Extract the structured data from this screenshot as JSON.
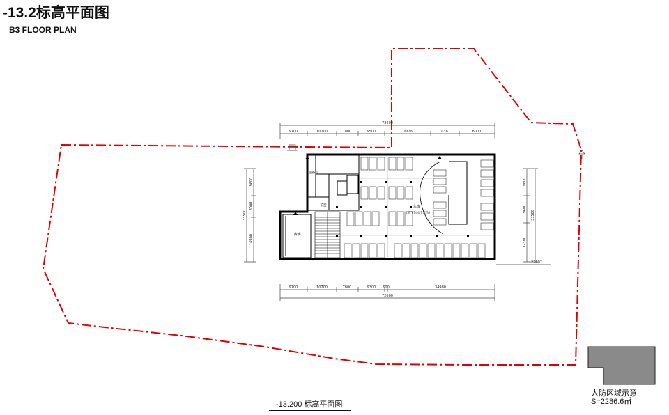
{
  "header": {
    "title_cn": "-13.2标高平面图",
    "title_en": "B3 FLOOR PLAN"
  },
  "drawing": {
    "caption": "-13.200 标高平面图",
    "top_total": "72600",
    "top_segments": [
      "9700",
      "10700",
      "7800",
      "9500",
      "16699",
      "10381",
      "8000"
    ],
    "bottom_total": "72600",
    "bottom_segments": [
      "9700",
      "10700",
      "7800",
      "9300",
      "600",
      "34980"
    ],
    "left_total": "33500",
    "left_segments": [
      "9600",
      "8000",
      "16900"
    ],
    "right_total": "33500",
    "right_segments": [
      "9600",
      "9600",
      "12300"
    ],
    "right_offset": "27607",
    "room_garage": "车库",
    "room_garage_sub": "(地下144个车位)",
    "room_left": "库房",
    "room_core": "前室",
    "room_top": "设备间"
  },
  "legend": {
    "label": "人防区域示意",
    "area": "S=2286.6㎡"
  },
  "colors": {
    "site_boundary": "#e00000",
    "walls": "#000000",
    "legend_fill": "#8a8a8a"
  }
}
